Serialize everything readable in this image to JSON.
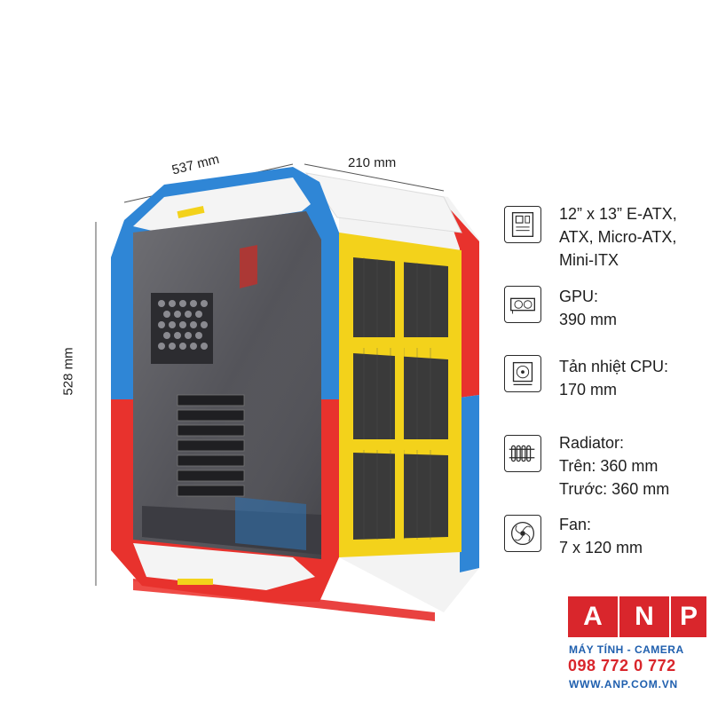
{
  "dimensions": {
    "length": "537 mm",
    "width": "210 mm",
    "height": "528 mm"
  },
  "specs": [
    {
      "icon": "motherboard-icon",
      "lines": [
        "12” x 13”  E-ATX,",
        "ATX, Micro-ATX,",
        "Mini-ITX"
      ]
    },
    {
      "icon": "gpu-icon",
      "lines": [
        "GPU:",
        "390 mm"
      ]
    },
    {
      "icon": "cpu-cooler-icon",
      "lines": [
        "Tản nhiệt CPU:",
        "170 mm"
      ]
    },
    {
      "icon": "radiator-icon",
      "lines": [
        "Radiator:",
        "Trên: 360 mm",
        "Trước: 360 mm"
      ]
    },
    {
      "icon": "fan-icon",
      "lines": [
        "Fan:",
        "7 x 120 mm"
      ]
    }
  ],
  "logo": {
    "letters": [
      "A",
      "N",
      "P"
    ],
    "tagline": "MÁY TÍNH - CAMERA",
    "phone": "098 772 0 772",
    "website": "WWW.ANP.COM.VN"
  },
  "colors": {
    "red": "#e8322d",
    "blue": "#2f86d6",
    "yellow": "#f3d21b",
    "white": "#f4f4f4",
    "glass": "#4f4f55",
    "logo_red": "#d9262c",
    "logo_blue": "#1f5fae"
  }
}
